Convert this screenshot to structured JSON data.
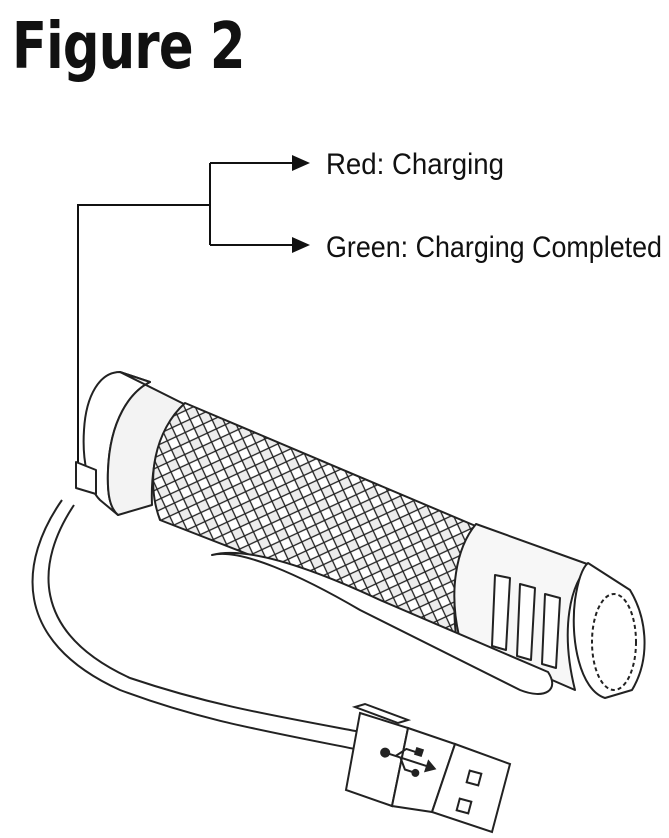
{
  "title": "Figure 2",
  "callouts": [
    {
      "label": "Red: Charging"
    },
    {
      "label": "Green: Charging Completed"
    }
  ],
  "icons": [
    "usb-icon"
  ],
  "colors": {
    "ink": "#111111",
    "fill": "#e8e8e8",
    "background": "#ffffff"
  }
}
